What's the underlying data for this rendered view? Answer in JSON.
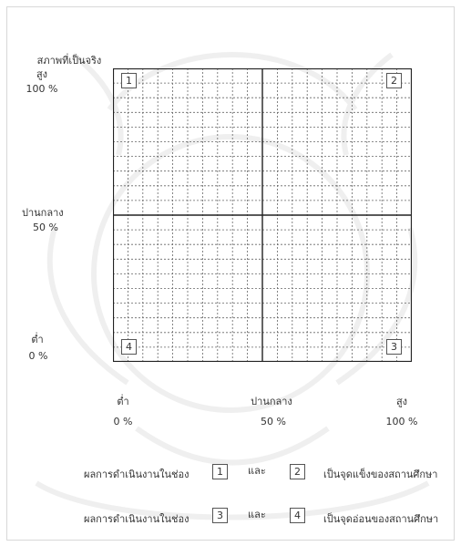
{
  "y_axis": {
    "title": "สภาพที่เป็นจริง",
    "high_label": "สูง",
    "high_value": "100 %",
    "mid_label": "ปานกลาง",
    "mid_value": "50 %",
    "low_label": "ต่ำ",
    "low_value": "0 %"
  },
  "x_axis": {
    "low_label": "ต่ำ",
    "low_value": "0 %",
    "mid_label": "ปานกลาง",
    "mid_value": "50 %",
    "high_label": "สูง",
    "high_value": "100 %"
  },
  "quadrants": {
    "top_left": "1",
    "top_right": "2",
    "bottom_left": "4",
    "bottom_right": "3"
  },
  "legend": {
    "row1": {
      "prefix": "ผลการดำเนินงานในช่อง",
      "box_a": "1",
      "conjunction": "และ",
      "box_b": "2",
      "suffix": "เป็นจุดแข็งของสถานศึกษา"
    },
    "row2": {
      "prefix": "ผลการดำเนินงานในช่อง",
      "box_a": "3",
      "conjunction": "และ",
      "box_b": "4",
      "suffix": "เป็นจุดอ่อนของสถานศึกษา"
    }
  },
  "colors": {
    "grid_line": "#666666",
    "axis_line": "#222222",
    "watermark": "#b5b5b5"
  }
}
